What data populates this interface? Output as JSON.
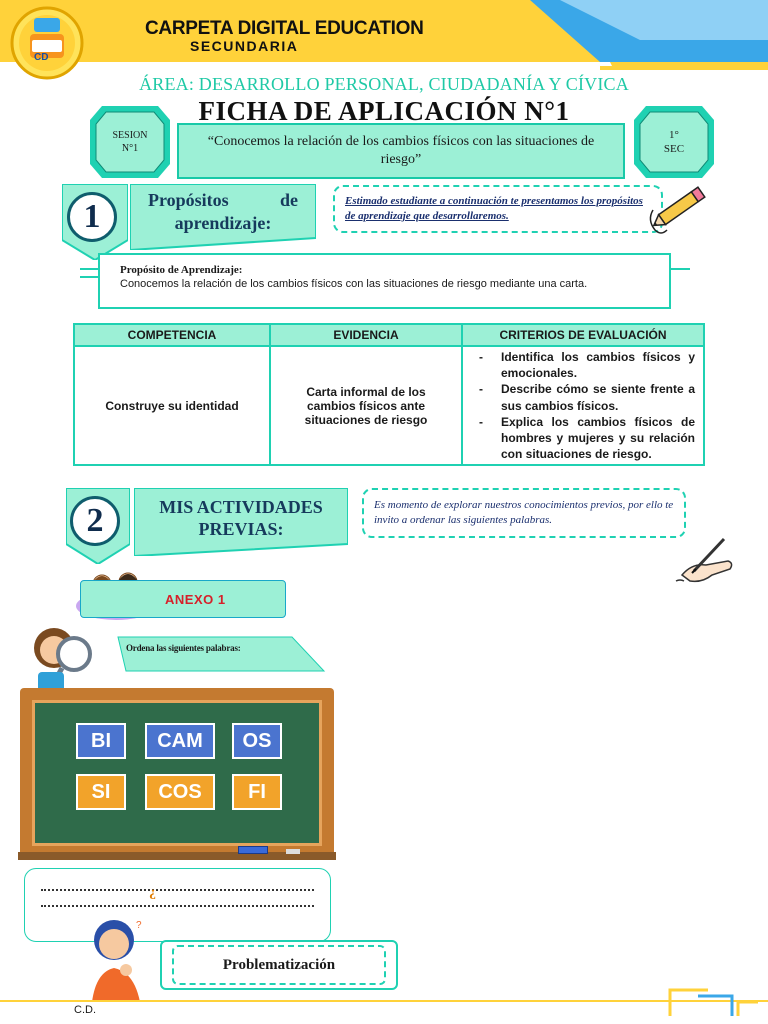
{
  "header": {
    "title": "CARPETA DIGITAL EDUCATION",
    "subtitle": "SECUNDARIA",
    "logo_text": "CD",
    "area": "ÁREA: DESARROLLO PERSONAL, CIUDADANÍA Y CÍVICA",
    "ficha": "FICHA DE APLICACIÓN N°1"
  },
  "session": {
    "left_badge_line1": "SESION",
    "left_badge_line2": "N°1",
    "title": "“Conocemos la relación de los cambios físicos con las situaciones de riesgo”",
    "right_badge_line1": "1°",
    "right_badge_line2": "SEC"
  },
  "section1": {
    "number": "1",
    "title": "Propósitos de aprendizaje:",
    "note": "Estimado estudiante a continuación te presentamos los propósitos de aprendizaje que desarrollaremos.",
    "purpose_label": "Propósito de Aprendizaje:",
    "purpose_text": "Conocemos la relación de los cambios físicos con las situaciones de riesgo mediante una carta."
  },
  "table": {
    "headers": [
      "COMPETENCIA",
      "EVIDENCIA",
      "CRITERIOS DE EVALUACIÓN"
    ],
    "competencia": "Construye su identidad",
    "evidencia": "Carta informal de los cambios físicos ante situaciones de riesgo",
    "criterios": [
      "Identifica los cambios físicos y emocionales.",
      "Describe cómo se siente frente a sus cambios físicos.",
      "Explica los cambios físicos de hombres y mujeres y su relación con situaciones de riesgo."
    ]
  },
  "section2": {
    "number": "2",
    "title_line1": "MIS ACTIVIDADES",
    "title_line2": "PREVIAS:",
    "note": "Es momento de explorar nuestros conocimientos previos, por ello te invito a ordenar las siguientes palabras."
  },
  "annex": {
    "label": "ANEXO 1",
    "instruction": "Ordena las siguientes palabras:"
  },
  "board": {
    "tiles": [
      "BI",
      "CAM",
      "OS",
      "SI",
      "COS",
      "FI"
    ]
  },
  "answer": {
    "mark": "¿"
  },
  "problem": {
    "label": "Problematización"
  },
  "footer": {
    "text": "C.D."
  },
  "colors": {
    "mint": "#9cf0d6",
    "teal": "#1fd1b2",
    "header_yellow": "#ffd23a",
    "header_blue": "#3aa7e8",
    "tile_blue": "#4b74cf",
    "tile_orange": "#f2a32a",
    "board_green": "#2f6b4a"
  }
}
